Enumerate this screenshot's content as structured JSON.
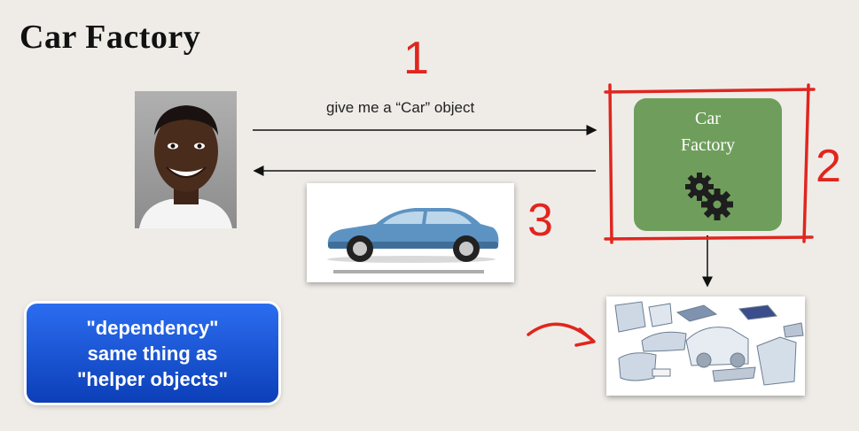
{
  "title": "Car Factory",
  "annotations": {
    "step1": "1",
    "step2": "2",
    "step3": "3"
  },
  "request_message": "give me a “Car” object",
  "factory": {
    "line1": "Car",
    "line2": "Factory",
    "icon": "gears-icon"
  },
  "callout": {
    "line1": "\"dependency\"",
    "line2": "same thing as",
    "line3": "\"helper objects\""
  },
  "colors": {
    "background": "#efece8",
    "annotation_red": "#e0261e",
    "factory_green": "#6f9e5c",
    "callout_blue": "#1f58d8",
    "car_blue": "#5d93c2"
  },
  "images": [
    "person-photo",
    "blue-sedan-illustration",
    "car-parts-illustration"
  ]
}
